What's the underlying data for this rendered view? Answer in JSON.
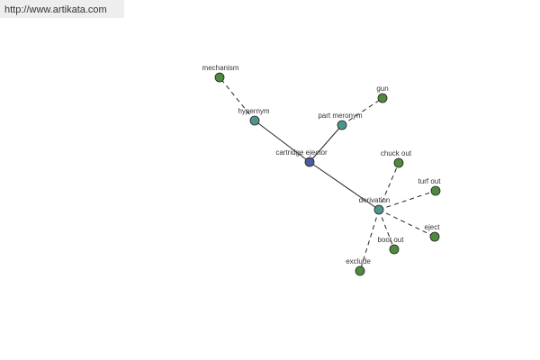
{
  "watermark": {
    "url": "http://www.artikata.com"
  },
  "colors": {
    "center": "#4a5ba0",
    "relation": "#4e948c",
    "leaf": "#4e8a3e",
    "edge": "#222222"
  },
  "graph": {
    "nodes": [
      {
        "id": "center",
        "label": "cartridge ejector",
        "kind": "center"
      },
      {
        "id": "hypernym",
        "label": "hypernym",
        "kind": "relation"
      },
      {
        "id": "part-meronym",
        "label": "part meronym",
        "kind": "relation"
      },
      {
        "id": "derivation",
        "label": "derivation",
        "kind": "relation"
      },
      {
        "id": "mechanism",
        "label": "mechanism",
        "kind": "leaf"
      },
      {
        "id": "gun",
        "label": "gun",
        "kind": "leaf"
      },
      {
        "id": "chuck-out",
        "label": "chuck out",
        "kind": "leaf"
      },
      {
        "id": "turf-out",
        "label": "turf out",
        "kind": "leaf"
      },
      {
        "id": "eject",
        "label": "eject",
        "kind": "leaf"
      },
      {
        "id": "boot-out",
        "label": "boot out",
        "kind": "leaf"
      },
      {
        "id": "exclude",
        "label": "exclude",
        "kind": "leaf"
      }
    ],
    "edges": [
      {
        "from": "center",
        "to": "hypernym",
        "style": "solid"
      },
      {
        "from": "center",
        "to": "part-meronym",
        "style": "solid"
      },
      {
        "from": "center",
        "to": "derivation",
        "style": "solid"
      },
      {
        "from": "hypernym",
        "to": "mechanism",
        "style": "dashed"
      },
      {
        "from": "part-meronym",
        "to": "gun",
        "style": "dashed"
      },
      {
        "from": "derivation",
        "to": "chuck-out",
        "style": "dashed"
      },
      {
        "from": "derivation",
        "to": "turf-out",
        "style": "dashed"
      },
      {
        "from": "derivation",
        "to": "eject",
        "style": "dashed"
      },
      {
        "from": "derivation",
        "to": "boot-out",
        "style": "dashed"
      },
      {
        "from": "derivation",
        "to": "exclude",
        "style": "dashed"
      }
    ]
  }
}
